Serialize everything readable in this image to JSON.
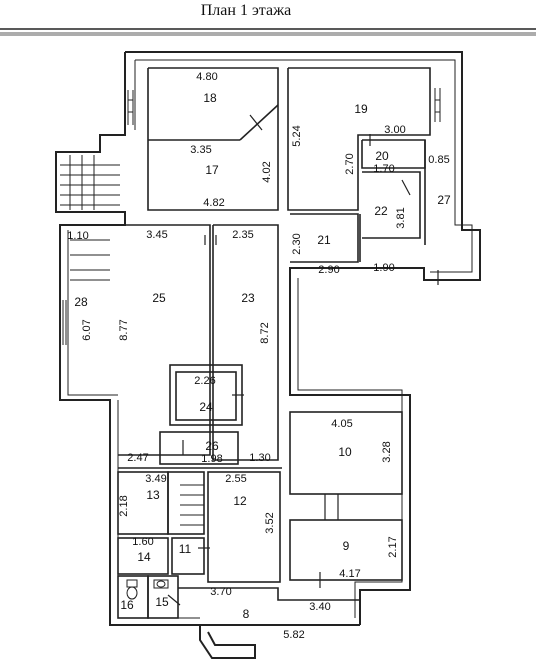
{
  "title": "План 1 этажа",
  "rooms": [
    {
      "id": "8",
      "number": "8"
    },
    {
      "id": "9",
      "number": "9"
    },
    {
      "id": "10",
      "number": "10"
    },
    {
      "id": "11",
      "number": "11"
    },
    {
      "id": "12",
      "number": "12"
    },
    {
      "id": "13",
      "number": "13"
    },
    {
      "id": "14",
      "number": "14"
    },
    {
      "id": "15",
      "number": "15"
    },
    {
      "id": "16",
      "number": "16"
    },
    {
      "id": "17",
      "number": "17"
    },
    {
      "id": "18",
      "number": "18"
    },
    {
      "id": "19",
      "number": "19"
    },
    {
      "id": "20",
      "number": "20"
    },
    {
      "id": "21",
      "number": "21"
    },
    {
      "id": "22",
      "number": "22"
    },
    {
      "id": "23",
      "number": "23"
    },
    {
      "id": "24",
      "number": "24"
    },
    {
      "id": "25",
      "number": "25"
    },
    {
      "id": "26",
      "number": "26"
    },
    {
      "id": "27",
      "number": "27"
    },
    {
      "id": "28",
      "number": "28"
    }
  ],
  "dimensions": {
    "d480": "4.80",
    "d524": "5.24",
    "d300": "3.00",
    "d335": "3.35",
    "d402": "4.02",
    "d270": "2.70",
    "d170": "1.70",
    "d085": "0.85",
    "d482": "4.82",
    "d381": "3.81",
    "d110": "1.10",
    "d345": "3.45",
    "d235": "2.35",
    "d230": "2.30",
    "d290": "2.90",
    "d190": "1.90",
    "d607": "6.07",
    "d877": "8.77",
    "d872": "8.72",
    "d226": "2.26",
    "d405": "4.05",
    "d328": "3.28",
    "d247": "2.47",
    "d198": "1.98",
    "d130": "1.30",
    "d349": "3.49",
    "d255": "2.55",
    "d218": "2.18",
    "d352": "3.52",
    "d160": "1.60",
    "d217": "2.17",
    "d417": "4.17",
    "d370": "3.70",
    "d340": "3.40",
    "d582": "5.82"
  }
}
